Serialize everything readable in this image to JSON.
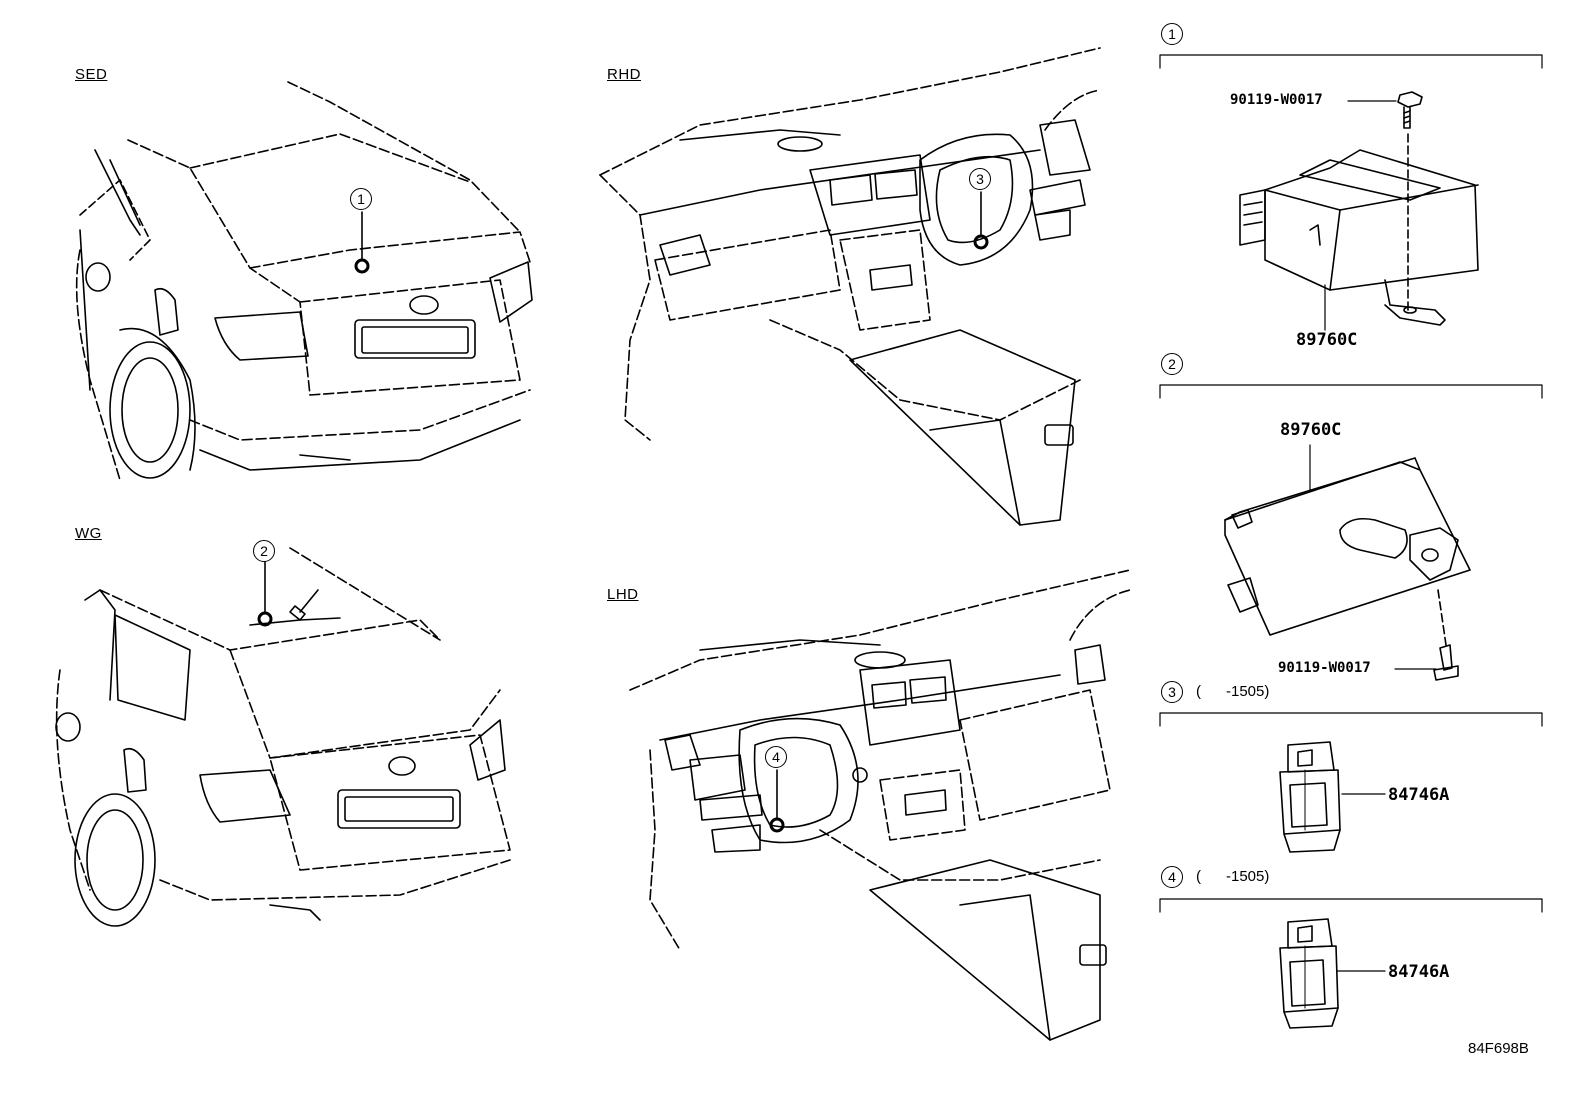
{
  "views": {
    "sed": "SED",
    "wg": "WG",
    "rhd": "RHD",
    "lhd": "LHD"
  },
  "callouts": [
    "1",
    "2",
    "3",
    "4"
  ],
  "details": {
    "d1": {
      "num": "1",
      "bolt": "90119-W0017",
      "part": "89760C"
    },
    "d2": {
      "num": "2",
      "part": "89760C",
      "bolt": "90119-W0017"
    },
    "d3": {
      "num": "3",
      "range": "(      -1505)",
      "part": "84746A"
    },
    "d4": {
      "num": "4",
      "range": "(      -1505)",
      "part": "84746A"
    }
  },
  "figure_code": "84F698B"
}
